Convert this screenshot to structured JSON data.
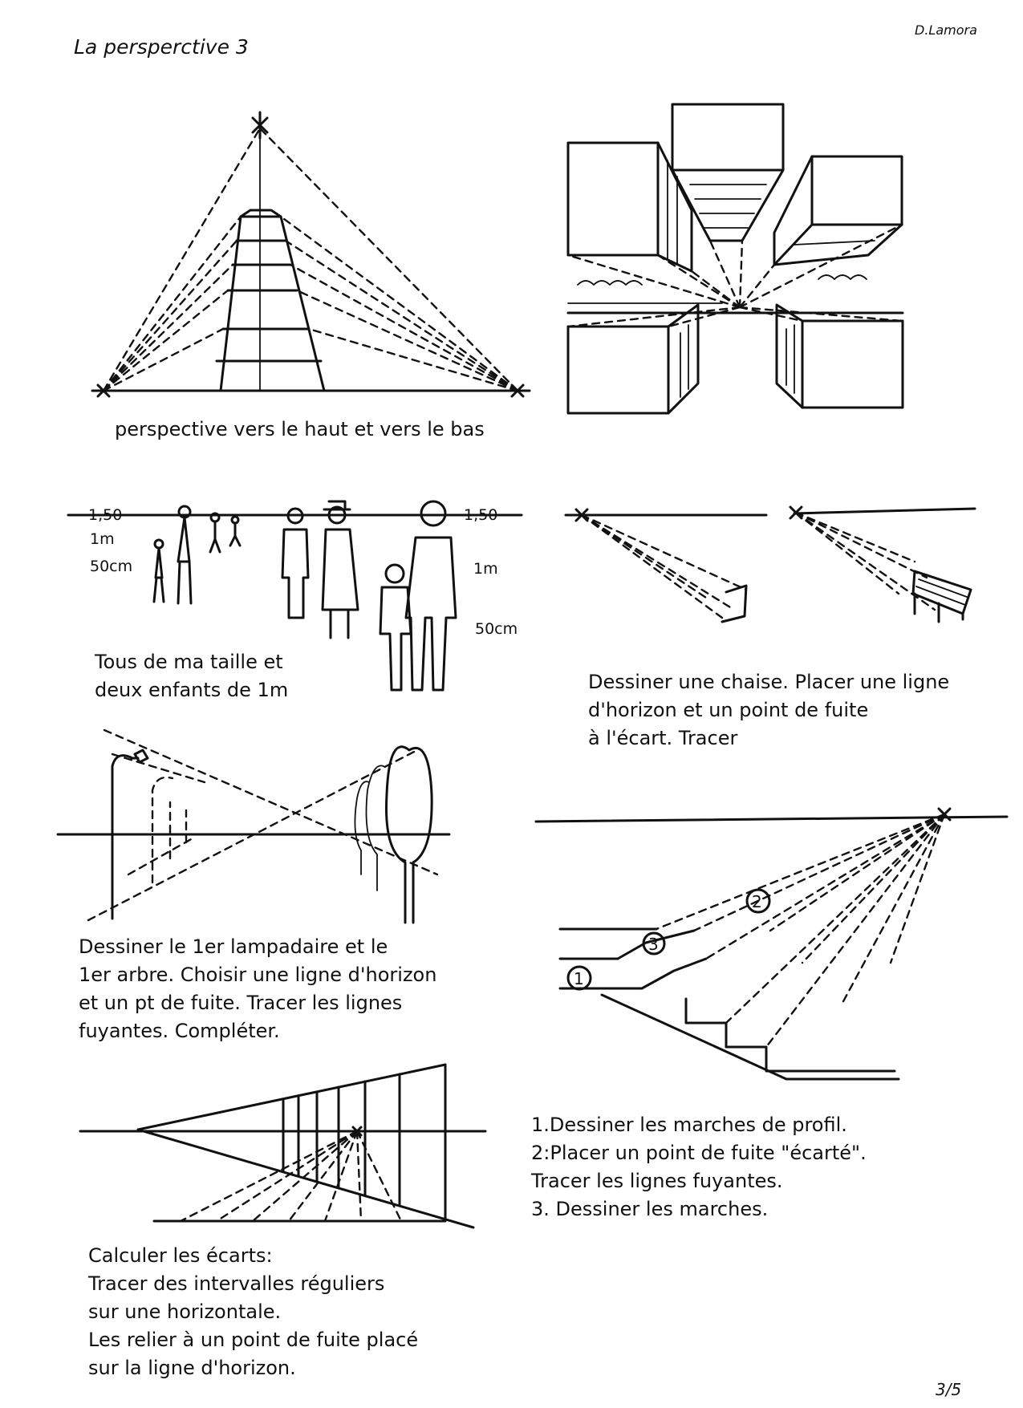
{
  "header": {
    "title": "La persperctive 3",
    "author": "D.Lamora"
  },
  "footer": {
    "page": "3/5"
  },
  "sketches": {
    "people": {
      "label_150_left": "1,50",
      "label_1m_left": "1m",
      "label_50cm_left": "50cm",
      "label_150_right": "1,50",
      "label_1m_right": "1m",
      "label_50cm_right": "50cm"
    },
    "stairs": {
      "step_1": "1",
      "step_2": "2",
      "step_3": "3"
    }
  },
  "captions": {
    "tower": "perspective vers le haut et vers le bas",
    "people": "Tous de ma taille et\ndeux enfants de 1m",
    "chair": "Dessiner une chaise. Placer une ligne\nd'horizon et un point de fuite\nà l'écart. Tracer",
    "lamp": "Dessiner le 1er lampadaire et le\n1er arbre. Choisir une ligne d'horizon\net un pt de fuite. Tracer les lignes\nfuyantes. Compléter.",
    "stairs": "1.Dessiner les marches de profil.\n2:Placer un point de fuite \"écarté\".\nTracer les lignes fuyantes.\n3. Dessiner les marches.",
    "intervals": "Calculer les écarts:\nTracer des intervalles réguliers\nsur une horizontale.\nLes relier à un point de fuite placé\nsur la ligne d'horizon."
  }
}
